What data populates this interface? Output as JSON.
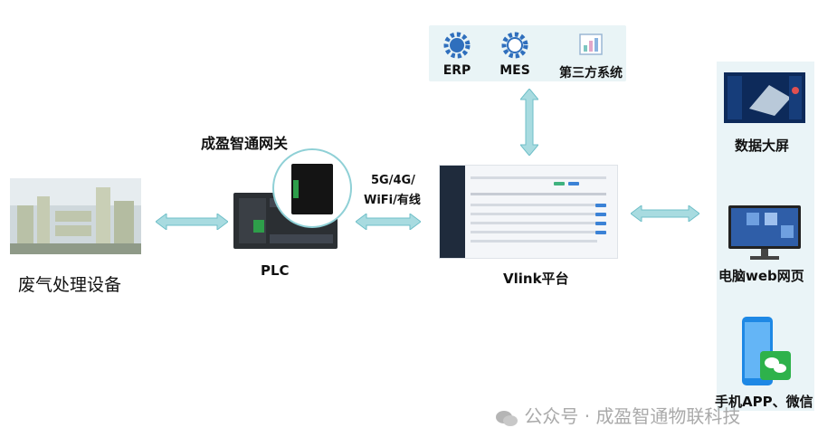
{
  "nodes": {
    "equipment": {
      "label": "废气处理设备"
    },
    "gateway": {
      "label": "成盈智通网关"
    },
    "plc": {
      "label": "PLC"
    },
    "network": {
      "line1": "5G/4G/",
      "line2": "WiFi/有线"
    },
    "platform": {
      "label": "Vlink平台"
    },
    "systems": [
      {
        "label": "ERP",
        "icon": "erp-gear-icon"
      },
      {
        "label": "MES",
        "icon": "mes-gear-icon"
      },
      {
        "label": "第三方系统",
        "icon": "third-party-chart-icon"
      }
    ],
    "clients": [
      {
        "label": "数据大屏",
        "icon": "dashboard-screen-icon"
      },
      {
        "label": "电脑web网页",
        "icon": "computer-monitor-icon"
      },
      {
        "label": "手机APP、微信",
        "icon": "mobile-wechat-icon"
      }
    ]
  },
  "watermark": {
    "brand": "公众号",
    "separator": "·",
    "company": "成盈智通物联科技"
  },
  "colors": {
    "arrow": "#a8dbe0",
    "arrowStroke": "#6fbfc8",
    "gearBlue": "#2f6fbd",
    "panel": "#e9f4f6"
  }
}
